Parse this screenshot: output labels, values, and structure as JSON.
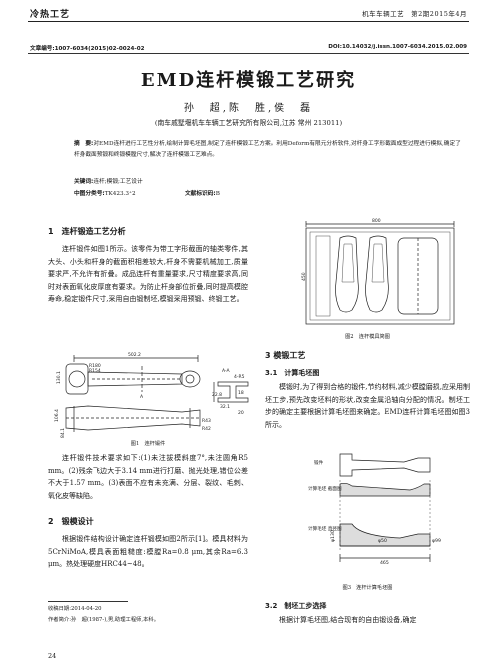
{
  "header": {
    "journal_name": "冷热工艺",
    "issue_info": "机车车辆工艺　第2期2015年4月"
  },
  "meta": {
    "article_no": "文章编号:1007-6034(2015)02-0024-02",
    "doi": "DOI:10.14032/j.issn.1007-6034.2015.02.009"
  },
  "title": "EMD连杆模锻工艺研究",
  "authors": "孙　超,陈　胜,侯　磊",
  "affiliation": "(南车戚墅堰机车车辆工艺研究所有限公司,江苏 常州 213011)",
  "abstract": {
    "label": "摘　要:",
    "text": "对EMD连杆进行工艺性分析,绘制计算毛坯图,制定了连杆模锻工艺方案。利用Deform有限元分析软件,对杆身工字形截面成型过程进行模拟,确定了杆身截面预锻和终锻模膛尺寸,解决了连杆模锻工艺难点。"
  },
  "keywords": {
    "label": "关键词:",
    "text": "连杆;模锻;工艺设计"
  },
  "clc": {
    "label": "中图分类号:",
    "text": "TK423.3⁺2"
  },
  "doc_code": {
    "label": "文献标识码:",
    "text": "B"
  },
  "left_column": {
    "sec1_title": "1　连杆锻造工艺分析",
    "sec1_para": "连杆锻件如图1所示。该零件为带工字形截面的轴类零件,其大头、小头和杆身的截面积相差较大,杆身不需要机械加工,质量要求严,不允许有折叠。成品连杆有重量要求,尺寸精度要求高,同时对表面氧化皮厚度有要求。为防止杆身部位折叠,同时提高模腔寿命,稳定锻件尺寸,采用自由锻制坯,模锻采用预锻、终锻工艺。",
    "fig1_caption": "图1　连杆锻件",
    "fig1_dims": {
      "top_length": "502.2",
      "r1": "R180",
      "r2": "R154",
      "height_left": "130.1",
      "section_label": "A-A",
      "dim_a": "4-R5",
      "dim_b": "32.1",
      "dim_c": "22.8",
      "dim_d": "18",
      "dim_e": "20",
      "bottom_label": "A",
      "left_v1": "106.4",
      "left_v2": "84.1",
      "right_v1": "R43",
      "right_v2": "R42"
    },
    "para2": "连杆锻件技术要求如下:(1)未注拔模斜度7°,未注圆角R5 mm。(2)残余飞边大于3.14 mm进行打磨、抛光处理,错位公差不大于1.57 mm。(3)表面不应有未充满、分层、裂纹、毛刺、氧化皮等缺陷。",
    "sec2_title": "2　锻模设计",
    "sec2_para": "根据锻件结构设计确定连杆锻模如图2所示[1]。模具材料为5CrNiMoA,模具表面粗糙度:模膛Ra=0.8 μm,其余Ra=6.3 μm。热处理硬度HRC44~48。",
    "footnote_received": "收稿日期:2014-04-20",
    "footnote_author": "作者简介:孙　超(1987-),男,助理工程师,本科。",
    "page_number": "24"
  },
  "right_column": {
    "fig2_dims": {
      "width_label": "800",
      "height_label": "450"
    },
    "fig2_caption": "图2　连杆模具简图",
    "sec3_title": "3 模锻工艺",
    "sub31_title": "3.1　计算毛坯图",
    "sub31_para": "模锻时,为了得到合格的锻件,节约材料,减少模膛磨损,应采用制坯工步,预先改变坯料的形状,改变金属沿轴向分配的情况。制坯工步的确定主要根据计算毛坯图来确定。EMD连杆计算毛坯图如图3所示。",
    "fig3_labels": {
      "forging": "锻件",
      "section_chart": "计算毛坯\n截面图",
      "diameter_chart": "计算毛坯\n直径图",
      "d1": "φ130",
      "d2": "φ50",
      "d3": "φ99",
      "length": "465"
    },
    "fig3_caption": "图3　连杆计算毛坯图",
    "sub32_title": "3.2　制坯工步选择",
    "sub32_para": "根据计算毛坯图,结合现有的自由锻设备,确定"
  }
}
